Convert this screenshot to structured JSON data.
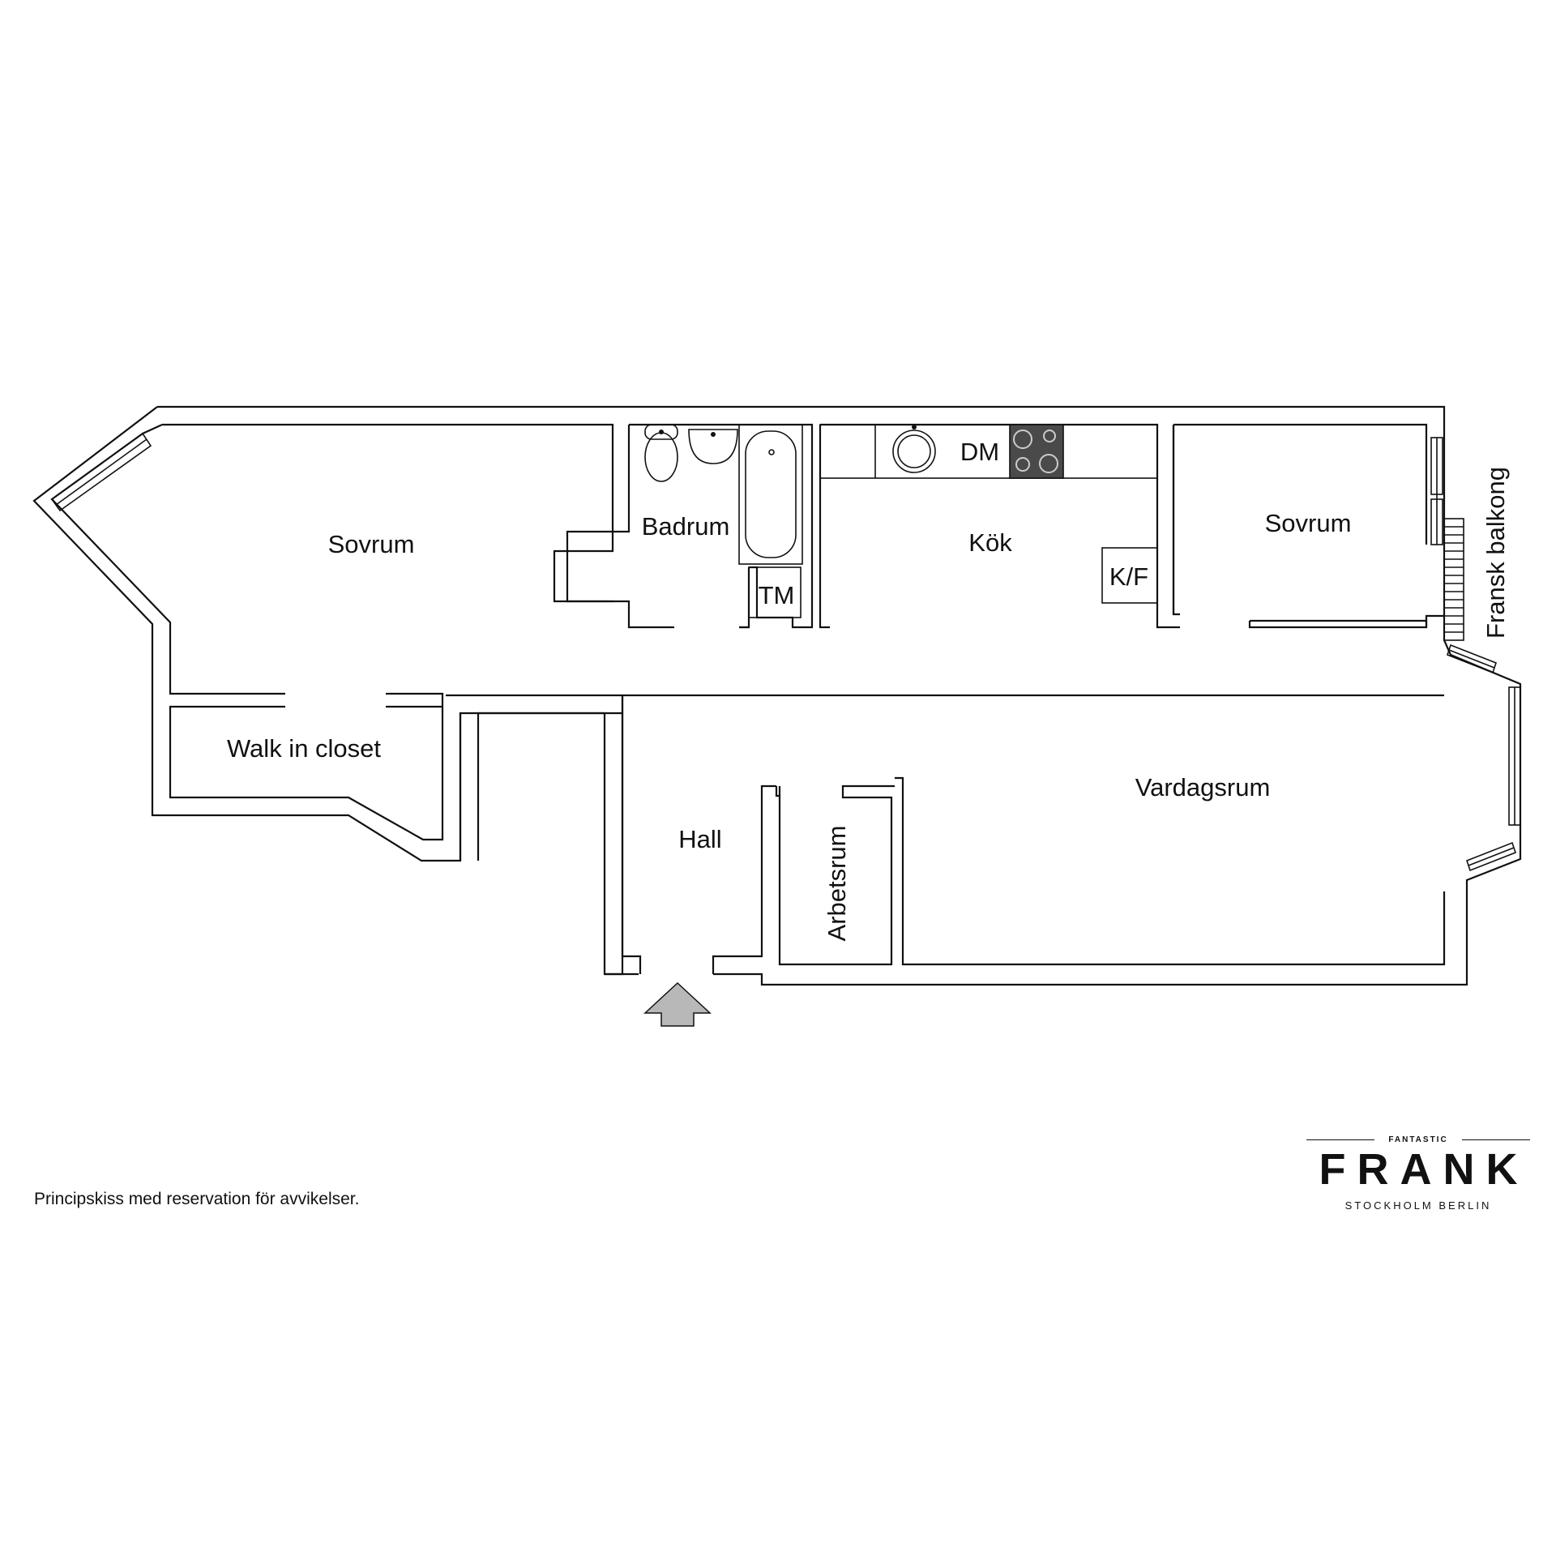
{
  "rooms": {
    "sovrum_left": "Sovrum",
    "badrum": "Badrum",
    "tm": "TM",
    "dm": "DM",
    "kok": "Kök",
    "kf": "K/F",
    "sovrum_right": "Sovrum",
    "fransk_balkong": "Fransk balkong",
    "walk_in_closet": "Walk in closet",
    "hall": "Hall",
    "arbetsrum": "Arbetsrum",
    "vardagsrum": "Vardagsrum"
  },
  "footer": {
    "disclaimer": "Principskiss med reservation för avvikelser."
  },
  "logo": {
    "top": "FANTASTIC",
    "main": "FRANK",
    "sub": "STOCKHOLM  BERLIN"
  },
  "icons": {
    "entrance": "entrance-arrow-icon",
    "stove": "stove-icon",
    "sink": "sink-icon",
    "toilet": "toilet-icon",
    "bathtub": "bathtub-icon"
  },
  "colors": {
    "walls": "#111111",
    "entrance_arrow": "#b8b8b8",
    "stove": "#4a4a4a"
  }
}
